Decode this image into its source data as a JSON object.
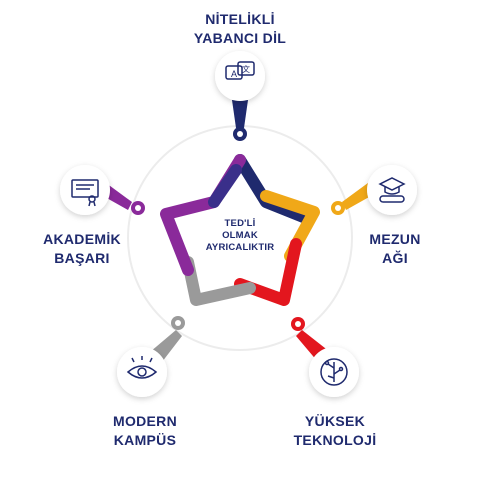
{
  "center": {
    "line1": "TED'Lİ",
    "line2": "OLMAK",
    "line3": "AYRICALIKTIR"
  },
  "features": [
    {
      "line1": "NİTELİKLİ",
      "line2": "YABANCI DİL",
      "icon": "translation-speech-icon",
      "color": "#1f2a6e"
    },
    {
      "line1": "MEZUN",
      "line2": "AĞI",
      "icon": "graduation-diploma-icon",
      "color": "#f0a818"
    },
    {
      "line1": "YÜKSEK",
      "line2": "TEKNOLOJİ",
      "icon": "circuit-bulb-icon",
      "color": "#e3161e"
    },
    {
      "line1": "MODERN",
      "line2": "KAMPÜS",
      "icon": "eye-icon",
      "color": "#9a9a9a"
    },
    {
      "line1": "AKADEMİK",
      "line2": "BAŞARI",
      "icon": "certificate-icon",
      "color": "#8a2a9a"
    }
  ]
}
